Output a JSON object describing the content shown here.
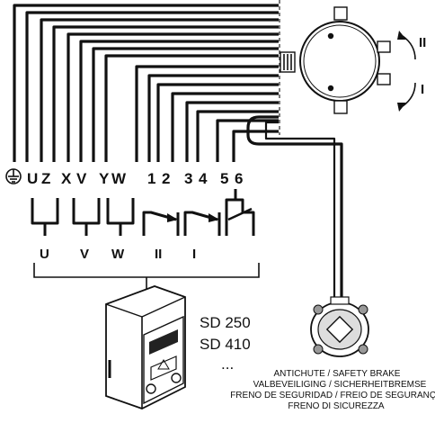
{
  "terminals": [
    "U",
    "Z",
    "X",
    "V",
    "Y",
    "W",
    "1",
    "2",
    "3",
    "4",
    "5",
    "6"
  ],
  "phases": [
    "U",
    "V",
    "W"
  ],
  "switch_labels": [
    "II",
    "I"
  ],
  "motor_direction_labels": [
    "II",
    "I"
  ],
  "models": [
    "SD 250",
    "SD 410",
    "..."
  ],
  "brake_label": [
    "ANTICHUTE / SAFETY BRAKE",
    "VALBEVEILIGING / SICHERHEITBREMSE",
    "FRENO DE SEGURIDAD / FREIO DE SEGURANÇA",
    "FRENO DI SICUREZZA"
  ]
}
